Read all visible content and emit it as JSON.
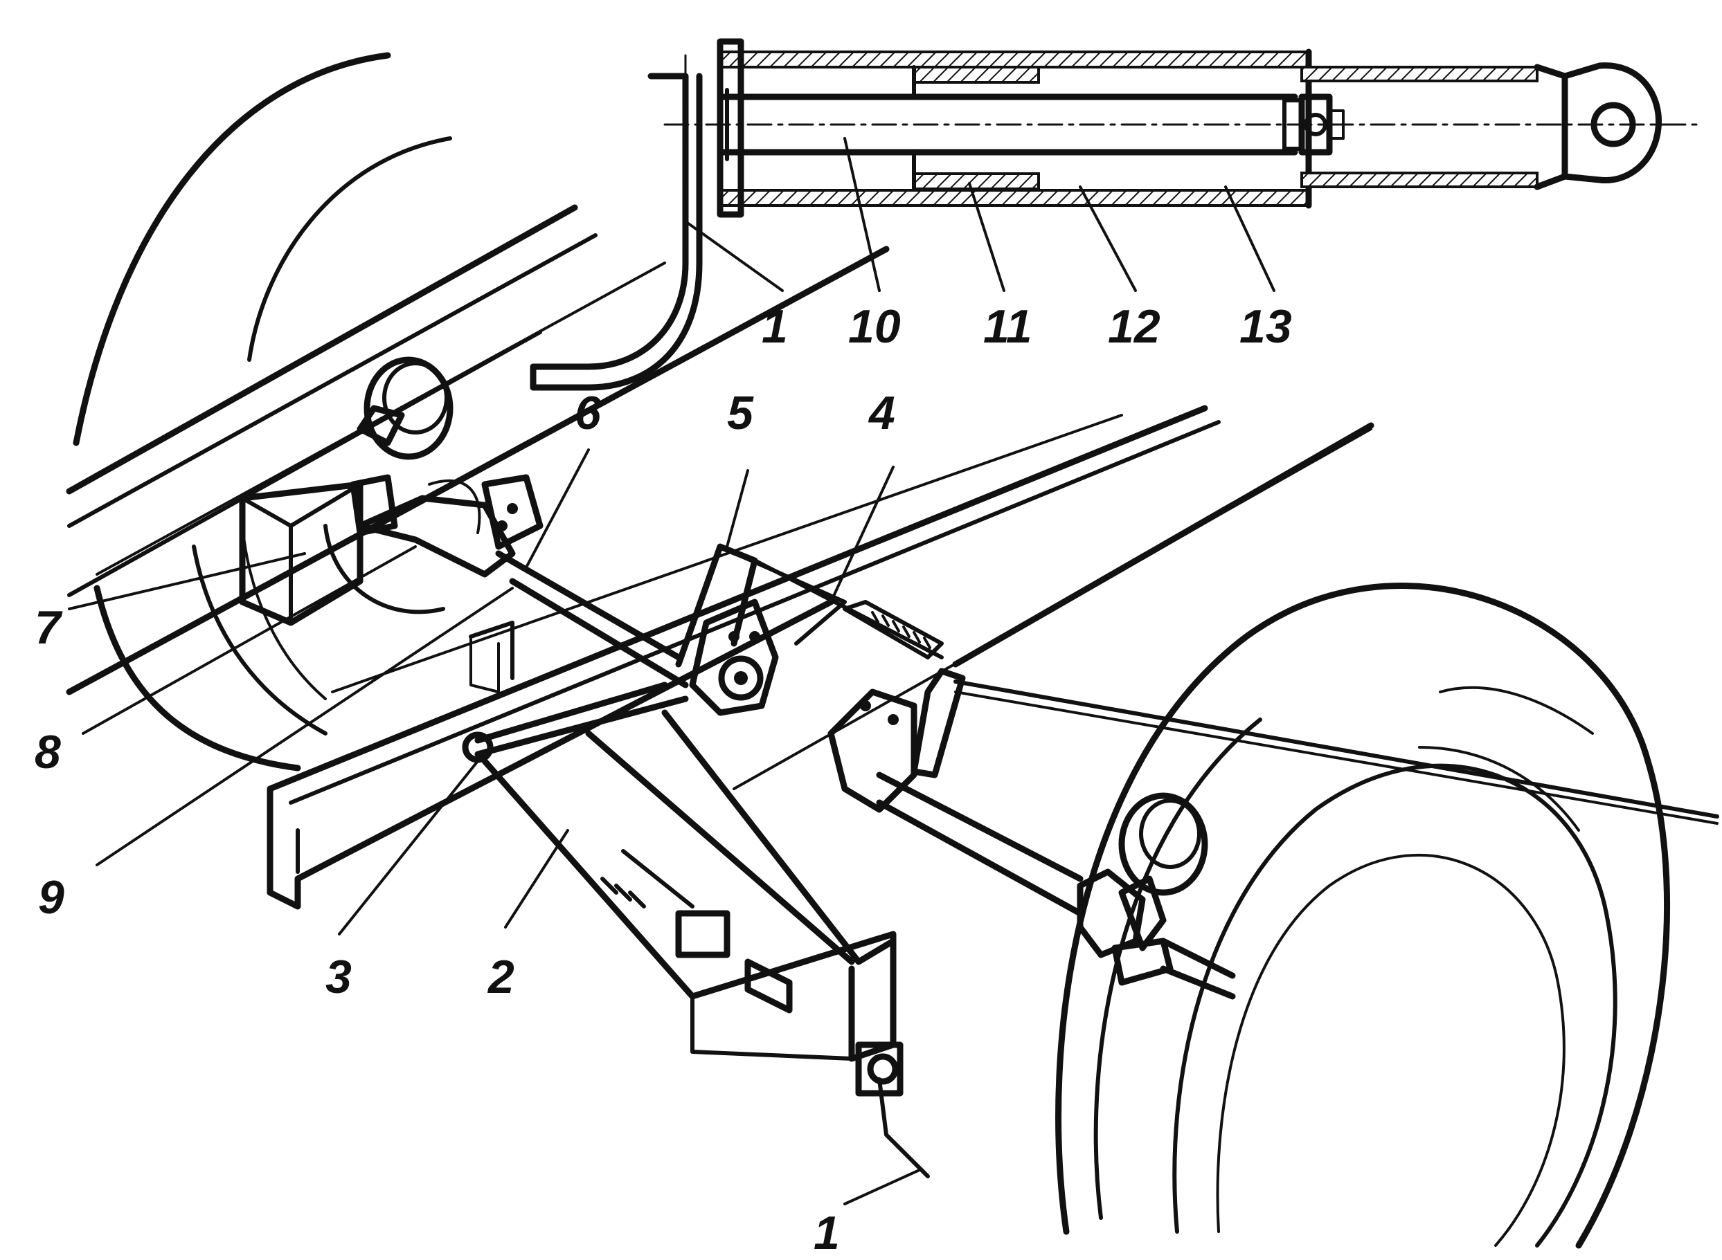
{
  "figure": {
    "labels": [
      "1",
      "2",
      "3",
      "4",
      "5",
      "6",
      "7",
      "8",
      "9",
      "10",
      "11",
      "12",
      "13",
      "1"
    ]
  }
}
